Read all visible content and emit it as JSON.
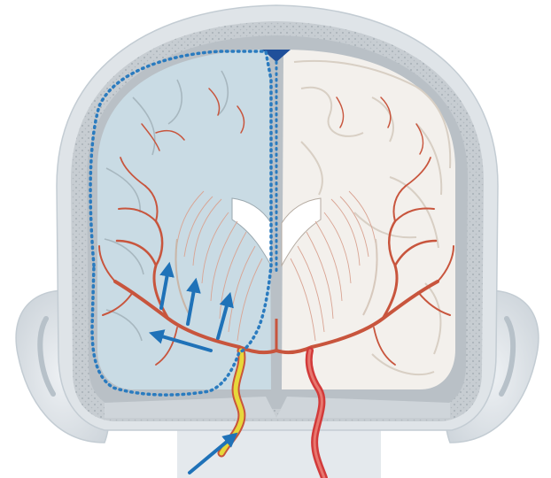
{
  "figure": {
    "subject": "coronal-brain-section-arterial-territory",
    "colors": {
      "background": "#ffffff",
      "head_skin": "#dde3e8",
      "skin_shadow": "#c3ccd3",
      "skull": "#c7cdd2",
      "skull_dots": "#9aa3aa",
      "dura": "#b9c0c6",
      "left_hemisphere": "#c9dbe4",
      "right_hemisphere": "#f3f0ec",
      "sulcus": "#a7b7bf",
      "ventricle": "#ffffff",
      "artery": "#c8553d",
      "vessel_lines": "#d9a493",
      "ischemic_boundary": "#2a7bbf",
      "arrow": "#1f72b8",
      "occluded_artery": "#e7d83a",
      "carotid_right": "#d23a3a"
    },
    "arrows": [
      {
        "direction": "up",
        "target": "insular-lenticulostriate-1"
      },
      {
        "direction": "up",
        "target": "insular-lenticulostriate-2"
      },
      {
        "direction": "up",
        "target": "insular-lenticulostriate-3"
      },
      {
        "direction": "left",
        "target": "lateral-mca-branch"
      },
      {
        "direction": "up-right",
        "target": "occluded-internal-carotid"
      }
    ]
  }
}
